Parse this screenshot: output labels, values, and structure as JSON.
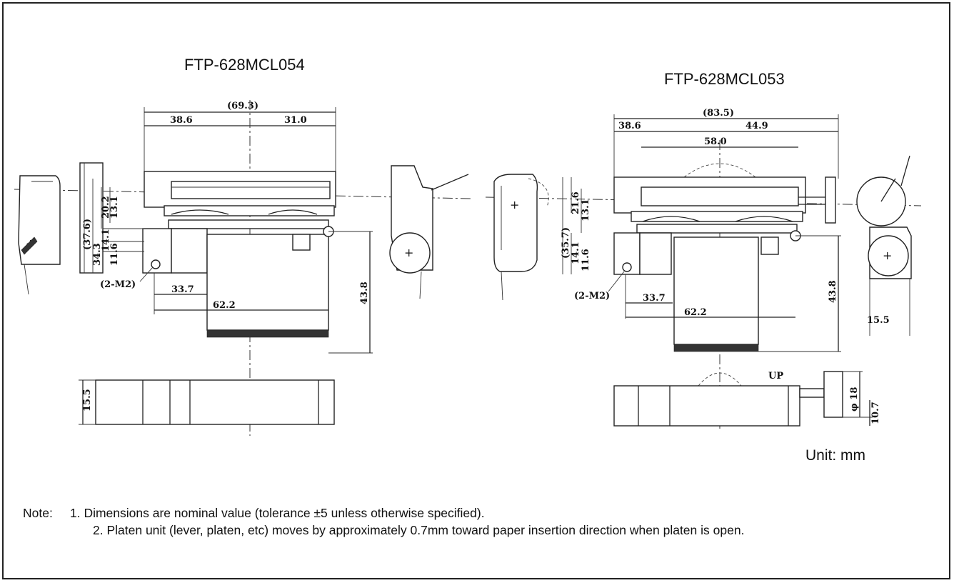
{
  "titles": {
    "left": "FTP-628MCL054",
    "right": "FTP-628MCL053"
  },
  "unit": "Unit: mm",
  "notes": {
    "label": "Note:",
    "line1": "1. Dimensions are nominal value (tolerance ±5 unless otherwise specified).",
    "line2": "2. Platen unit (lever, platen, etc) moves by approximately 0.7mm toward paper insertion direction when platen is open."
  },
  "left_dims": {
    "overall_width": "(69.3)",
    "left_width": "38.6",
    "right_width": "31.0",
    "height_overall": "(37.6)",
    "height_a": "34.3",
    "height_b": "20.2",
    "height_c": "13.1",
    "height_d": "14.1",
    "height_e": "11.6",
    "screw": "(2-M2)",
    "width_a": "33.7",
    "width_b": "62.2",
    "depth": "43.8",
    "bottom_height": "15.5"
  },
  "right_dims": {
    "overall_width": "(83.5)",
    "left_width": "38.6",
    "right_width": "44.9",
    "inner_width": "58.0",
    "height_overall": "(35.7)",
    "height_a": "21.6",
    "height_b": "13.1",
    "height_c": "14.1",
    "height_d": "11.6",
    "screw": "(2-M2)",
    "width_a": "33.7",
    "width_b": "62.2",
    "depth": "43.8",
    "side_height": "15.5",
    "up_label": "UP",
    "diameter": "φ 18",
    "offset": "10.7"
  }
}
